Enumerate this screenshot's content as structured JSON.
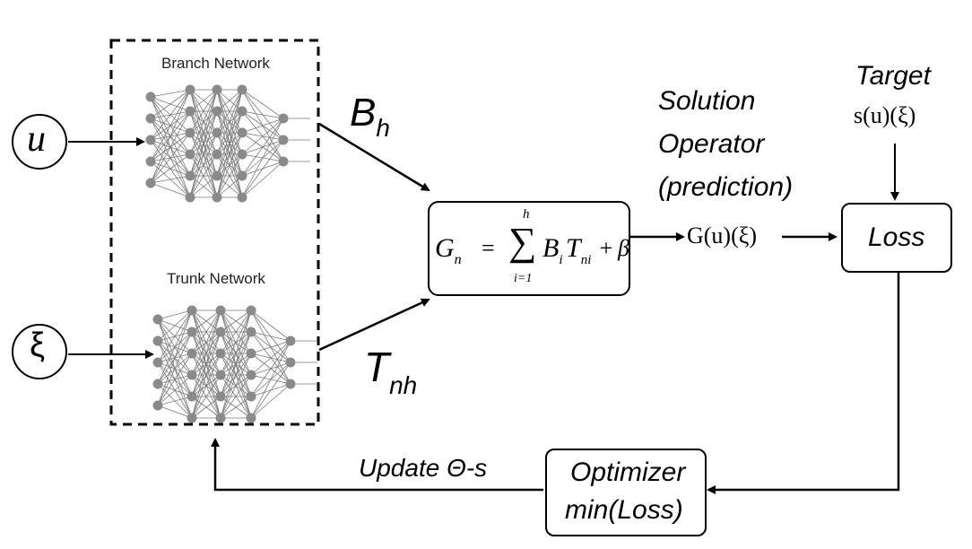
{
  "inputs": {
    "u": "u",
    "xi": "ξ"
  },
  "networks": {
    "branch_title": "Branch Network",
    "trunk_title": "Trunk Network"
  },
  "outputs": {
    "branch_output": {
      "base": "B",
      "sub": "h"
    },
    "trunk_output": {
      "base": "T",
      "sub": "nh"
    }
  },
  "formula": {
    "lhs": "G",
    "lhs_sub": "n",
    "equals": "=",
    "sum_upper": "h",
    "sum_lower": "i=1",
    "sigma": "∑",
    "term_B": "B",
    "term_B_sub": "i",
    "term_T": "T",
    "term_T_sub": "ni",
    "plus_beta": "+ β"
  },
  "solution_operator": {
    "line1": "Solution",
    "line2": "Operator",
    "line3": "(prediction)",
    "expr": "G(u)(ξ)"
  },
  "target": {
    "label": "Target",
    "expr": "s(u)(ξ)"
  },
  "loss_box": {
    "label": "Loss"
  },
  "optimizer_box": {
    "line1": "Optimizer",
    "line2": "min(Loss)"
  },
  "update_label": "Update Θ-s",
  "colors": {
    "neuron": "#8a8a8a",
    "edge": "#7a7a7a",
    "line": "#000000"
  }
}
